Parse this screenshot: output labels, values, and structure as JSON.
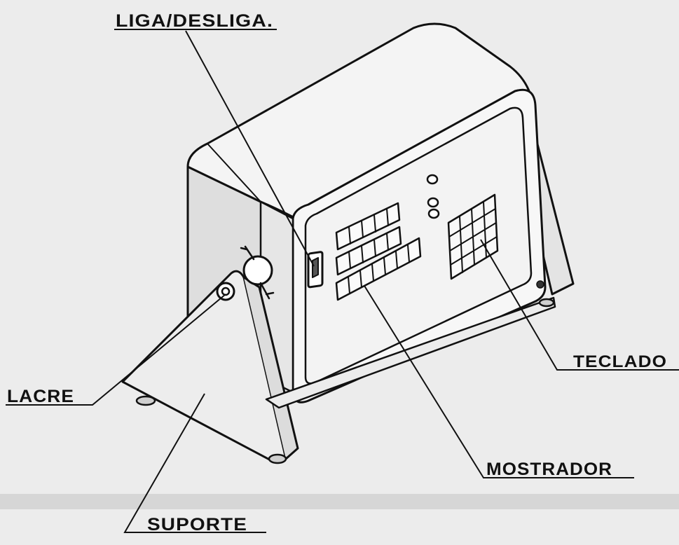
{
  "labels": {
    "power_switch": "LIGA/DESLIGA.",
    "keypad": "TECLADO",
    "seal": "LACRE",
    "display": "MOSTRADOR",
    "stand": "SUPORTE"
  },
  "colors": {
    "ink": "#111111",
    "paper": "#e9e9e9",
    "body": "#f7f7f7",
    "shade": "#dcdcdc"
  }
}
